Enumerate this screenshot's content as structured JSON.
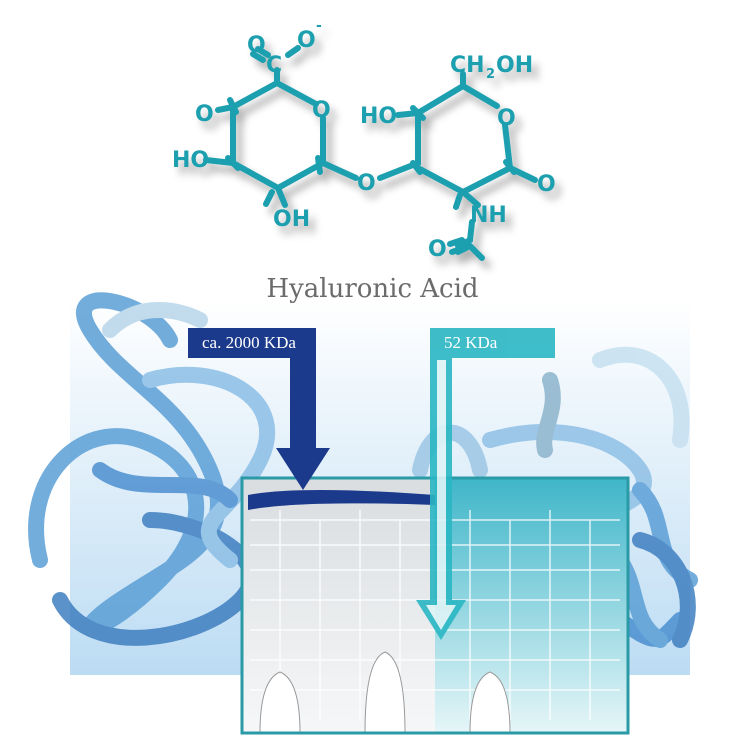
{
  "molecule": {
    "atoms": [
      "O",
      "C",
      "O",
      "-",
      "O",
      "HO",
      "OH",
      "O",
      "O",
      "HO",
      "CH",
      "2",
      "OH",
      "O",
      "O",
      "NH",
      "O"
    ]
  },
  "title": "Hyaluronic Acid",
  "labels": {
    "high_mw": "ca. 2000 KDa",
    "low_mw": "52 KDa"
  },
  "colors": {
    "molecule": "#1f9fae",
    "high_mw": "#1c3a8c",
    "low_mw": "#2ab7c4",
    "tube": "#5b9fd6"
  }
}
